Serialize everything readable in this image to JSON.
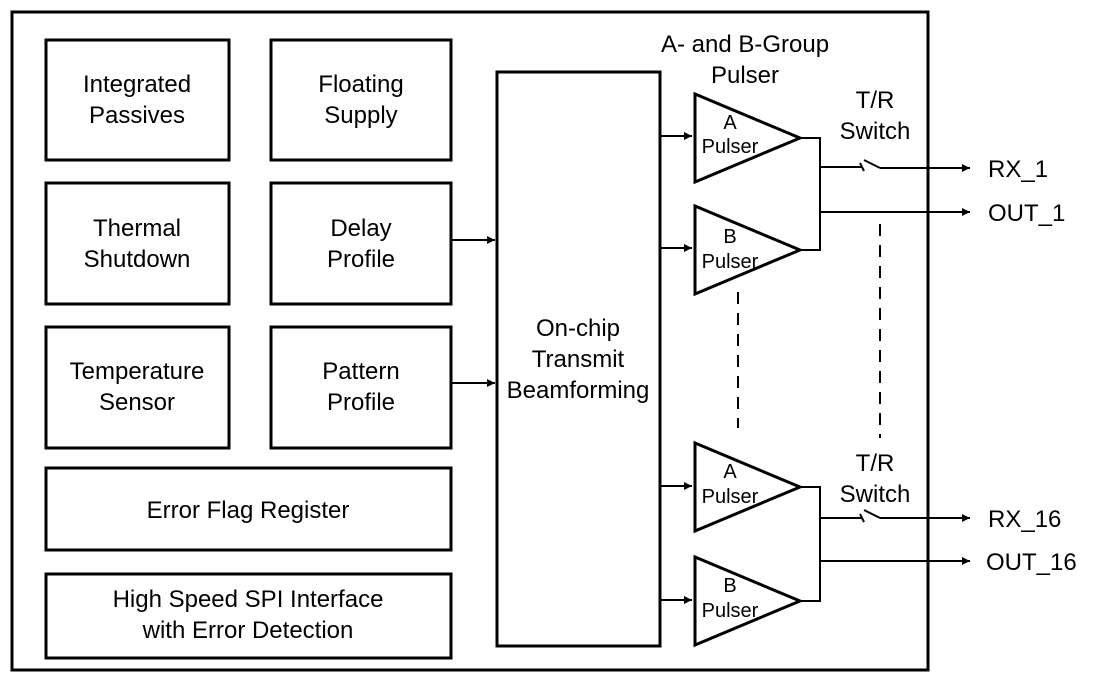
{
  "blocks": {
    "integrated_passives": [
      "Integrated",
      "Passives"
    ],
    "floating_supply": [
      "Floating",
      "Supply"
    ],
    "thermal_shutdown": [
      "Thermal",
      "Shutdown"
    ],
    "delay_profile": [
      "Delay",
      "Profile"
    ],
    "temperature_sensor": [
      "Temperature",
      "Sensor"
    ],
    "pattern_profile": [
      "Pattern",
      "Profile"
    ],
    "error_flag_register": "Error Flag Register",
    "spi_interface": [
      "High Speed SPI Interface",
      "with Error Detection"
    ],
    "beamforming": [
      "On-chip",
      "Transmit",
      "Beamforming"
    ]
  },
  "pulser_group_label": [
    "A- and B-Group",
    "Pulser"
  ],
  "pulsers": {
    "a": [
      "A",
      "Pulser"
    ],
    "b": [
      "B",
      "Pulser"
    ]
  },
  "tr_switch_label": [
    "T/R",
    "Switch"
  ],
  "outputs": {
    "rx_1": "RX_1",
    "out_1": "OUT_1",
    "rx_16": "RX_16",
    "out_16": "OUT_16"
  }
}
